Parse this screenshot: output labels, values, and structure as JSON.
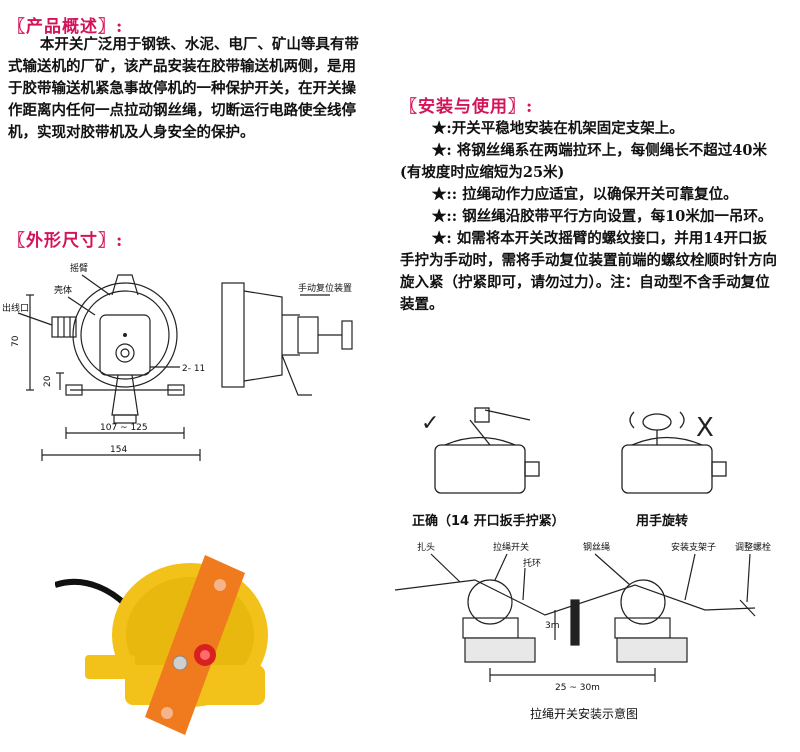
{
  "overview": {
    "title": "〖产品概述〗:",
    "text": "本开关广泛用于钢铁、水泥、电厂、矿山等具有带式输送机的厂矿，该产品安装在胶带输送机两侧，是用于胶带输送机紧急事故停机的一种保护开关，在开关操作距离内任何一点拉动钢丝绳，切断运行电路使全线停机，实现对胶带机及人身安全的保护。"
  },
  "dimensions": {
    "title": "〖外形尺寸〗:",
    "labels": {
      "rocker_arm": "摇臂",
      "shell": "壳体",
      "cable_outlet": "出线口",
      "manual_reset": "手动复位装置",
      "dim_70": "70",
      "dim_20": "20",
      "dim_2_11": "2- 11",
      "dim_107_125": "107 ~ 125",
      "dim_154": "154"
    }
  },
  "installation": {
    "title": "〖安装与使用〗:",
    "items": [
      "★:开关平稳地安装在机架固定支架上。",
      "★: 将钢丝绳系在两端拉环上，每侧绳长不超过40米(有坡度时应缩短为25米)",
      "★:: 拉绳动作力应适宜，以确保开关可靠复位。",
      "★::  钢丝绳沿胶带平行方向设置，每10米加一吊环。",
      "★:  如需将本开关改摇臂的螺纹接口，并用14开口扳手拧为手动时，需将手动复位装置前端的螺纹栓顺时针方向旋入紧（拧紧即可，请勿过力）。注：自动型不含手动复位装置。"
    ]
  },
  "usage_images": {
    "correct_caption": "正确（14 开口扳手拧紧）",
    "wrong_caption": "用手旋转",
    "check_mark": "✓",
    "cross_mark": "X"
  },
  "install_diagram": {
    "labels": {
      "tie_switch": "扎头",
      "pull_switch": "拉绳开关",
      "ring": "托环",
      "steel_rope": "钢丝绳",
      "bracket": "安装支架子",
      "tension_bolt": "调整螺栓",
      "dim_3m": "3m",
      "dim_25_30m": "25 ~ 30m"
    },
    "caption": "拉绳开关安装示意图"
  },
  "colors": {
    "title": "#d4145a",
    "switch_yellow": "#f2c21a",
    "switch_orange": "#f07a1e",
    "button_red": "#d92020"
  }
}
